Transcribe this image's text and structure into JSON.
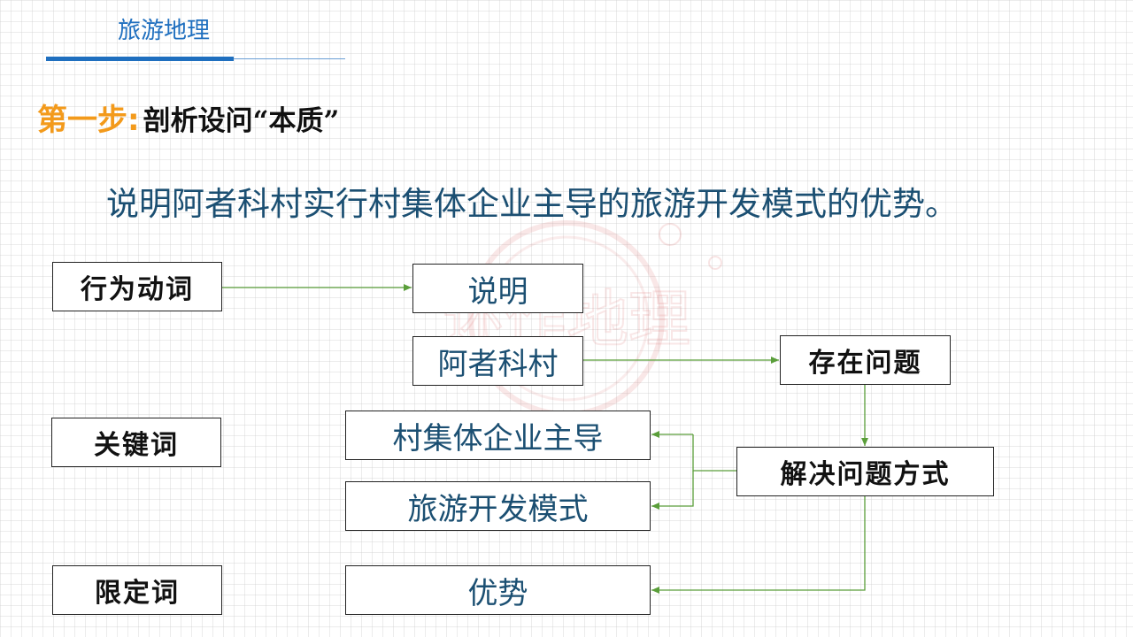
{
  "header": {
    "title": "旅游地理"
  },
  "step": {
    "label": "第一步",
    "colon": ":",
    "text": "剖析设问“本质”"
  },
  "question": "说明阿者科村实行村集体企业主导的旅游开发模式的优势。",
  "categories": {
    "verb": "行为动词",
    "keyword": "关键词",
    "qualifier": "限定词"
  },
  "keywords": {
    "explain": "说明",
    "village": "阿者科村",
    "enterprise": "村集体企业主导",
    "mode": "旅游开发模式",
    "advantage": "优势"
  },
  "analysis": {
    "problem": "存在问题",
    "solution": "解决问题方式"
  },
  "colors": {
    "heading_accent": "#f39a1b",
    "header_blue": "#1f6fbf",
    "keyword_text": "#1b4f72",
    "arrow_green": "#5a9e3a"
  }
}
